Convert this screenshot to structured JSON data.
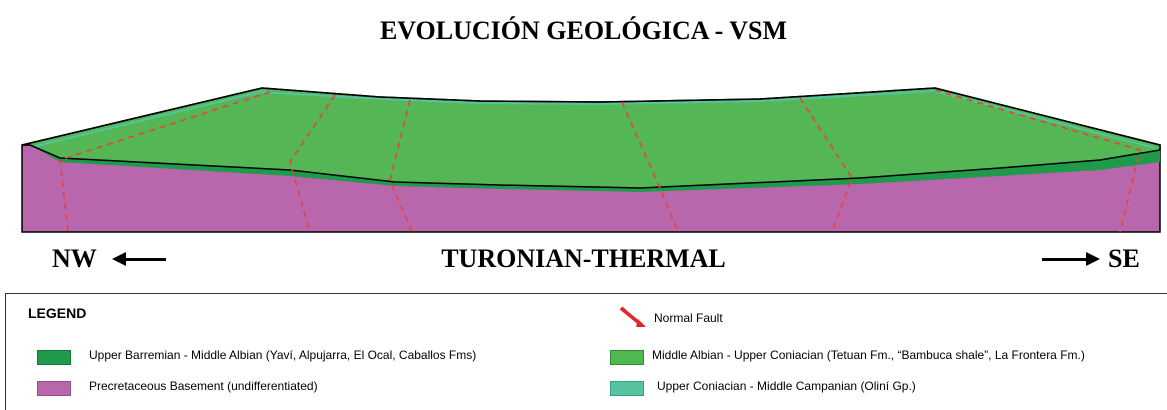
{
  "title": "EVOLUCIÓN GEOLÓGICA - VSM",
  "section_label": "TURONIAN-THERMAL",
  "directions": {
    "left": "NW",
    "right": "SE"
  },
  "colors": {
    "upper_layer": "#55b655",
    "lower_band": "#1f9a4a",
    "basement": "#b967ad",
    "fault": "#e8403a",
    "olini": "#55c3a0"
  },
  "legend": {
    "title": "LEGEND",
    "items": [
      {
        "label": "Upper Barremian - Middle Albian (Yaví, Alpujarra, El Ocal, Caballos Fms)",
        "color": "#1f9a4a",
        "symbol": "swatch"
      },
      {
        "label": "Precretaceous Basement (undifferentiated)",
        "color": "#b967ad",
        "symbol": "swatch"
      },
      {
        "label": "Normal Fault",
        "color": "#e0282a",
        "symbol": "fault-icon"
      },
      {
        "label": "Middle Albian - Upper Coniacian (Tetuan Fm., “Bambuca shale”, La Frontera Fm.)",
        "color": "#4fb84f",
        "symbol": "swatch"
      },
      {
        "label": "Upper Coniacian - Middle Campanian (Oliní Gp.)",
        "color": "#55c3a0",
        "symbol": "swatch"
      }
    ]
  }
}
